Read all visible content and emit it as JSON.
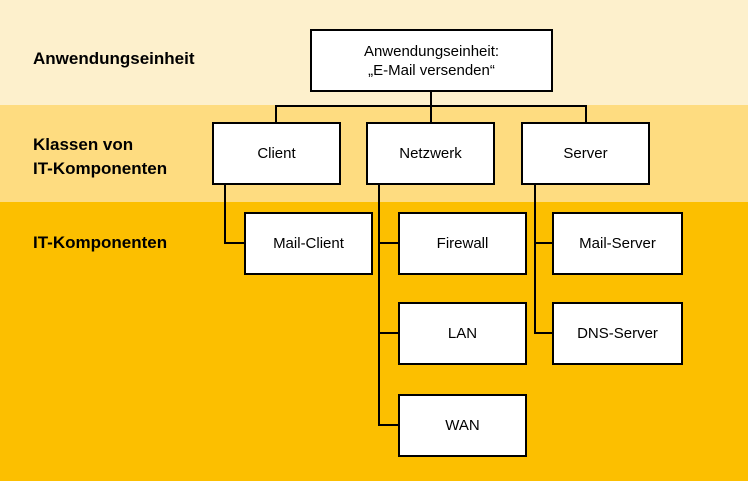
{
  "levels": [
    "Anwendungseinheit",
    [
      "Klassen von",
      "IT-Komponenten"
    ],
    "IT-Komponenten"
  ],
  "root": [
    "Anwendungseinheit:",
    "„E-Mail versenden“"
  ],
  "classes": [
    "Client",
    "Netzwerk",
    "Server"
  ],
  "components": {
    "client": [
      "Mail-Client"
    ],
    "network": [
      "Firewall",
      "LAN",
      "WAN"
    ],
    "server": [
      "Mail-Server",
      "DNS-Server"
    ]
  },
  "colors": {
    "band_application": "#fdf0cc",
    "band_classes": "#fedc80",
    "band_components": "#fcbf00",
    "box_fill": "#ffffff",
    "line": "#000000"
  }
}
